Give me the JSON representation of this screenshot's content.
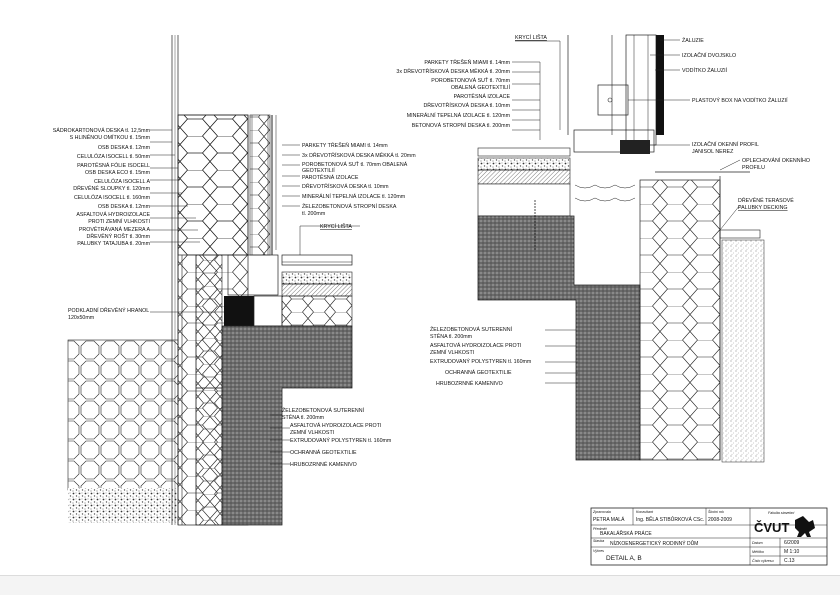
{
  "detail_a": {
    "left_labels": [
      "SÁDROKARTONOVÁ DESKA tl. 12,5mm",
      "S HLINĚNOU OMÍTKOU tl. 15mm",
      "OSB DESKA tl. 12mm",
      "CELULÓZA ISOCELL tl. 50mm",
      "PAROTĚSNÁ FÓLIE ISOCELL",
      "OSB DESKA ECO tl. 15mm",
      "CELULÓZA ISOCELL A",
      "DŘEVĚNÉ SLOUPKY tl. 120mm",
      "CELULÓZA ISOCELL tl. 160mm",
      "OSB DESKA tl. 12mm",
      "ASFALTOVÁ HYDROIZOLACE",
      "PROTI ZEMNÍ VLHKOSTI",
      "PROVĚTRÁVANÁ MEZERA A",
      "DŘEVĚNÝ ROŠT tl. 30mm",
      "PALUBKY TATAJUBA tl. 20mm"
    ],
    "floor_labels": [
      "PARKETY TŘEŠEŇ MIAMI tl. 14mm",
      "3x DŘEVOTŘÍSKOVÁ DESKA MĚKKÁ tl. 20mm",
      "POROBETONOVÁ SUŤ tl. 70mm OBALENÁ",
      "GEOTEXTILIÍ",
      "PAROTĚSNÁ IZOLACE",
      "DŘEVOTŘÍSKOVÁ DESKA tl. 10mm",
      "MINERÁLNÍ TEPELNÁ IZOLACE tl. 120mm",
      "ŽELEZOBETONOVÁ STROPNÍ DESKA",
      "tl. 200mm"
    ],
    "kryci_lista": "KRYCÍ LIŠTA",
    "hranol": [
      "PODKLADNÍ DŘEVĚNÝ HRANOL",
      "120x50mm"
    ],
    "foundation_labels": [
      "ŽELEZOBETONOVÁ SUTERENNÍ",
      "STĚNA tl. 200mm",
      "ASFALTOVÁ HYDROIZOLACE PROTI",
      "ZEMNÍ VLHKOSTI",
      "EXTRUDOVANÝ POLYSTYREN tl. 160mm",
      "OCHRANNÁ GEOTEXTILIE",
      "HRUBOZRNNÉ KAMENIVO"
    ]
  },
  "detail_b": {
    "kryci_lista": "KRYCÍ LIŠTA",
    "floor_labels": [
      "PARKETY TŘEŠEŇ MIAMI tl. 14mm",
      "3x DŘEVOTŘÍSKOVÁ DESKA MĚKKÁ tl. 20mm",
      "POROBETONOVÁ SUŤ tl. 70mm",
      "OBALENÁ GEOTEXTILIÍ",
      "PAROTĚSNÁ IZOLACE",
      "DŘEVOTŘÍSKOVÁ DESKA tl. 10mm",
      "MINERÁLNÍ TEPELNÁ IZOLACE tl. 120mm",
      "BETONOVÁ STROPNÍ DESKA tl. 200mm"
    ],
    "right_labels": {
      "zaluzie": "ŽALUZIE",
      "dvojsklo": "IZOLAČNÍ DVOJSKLO",
      "vodítko": "VODÍTKO ŽALUZIÍ",
      "box": "PLASTOVÝ BOX NA VODÍTKO ŽALUZIÍ",
      "profil": [
        "IZOLAČNÍ OKENNÍ PROFIL",
        "JANISOL NEREZ"
      ],
      "oplechovani": [
        "OPLECHOVÁNÍ OKENNÍHO",
        "PROFILU"
      ],
      "palubky": [
        "DŘEVĚNÉ TERASOVÉ",
        "PALUBKY DECKING"
      ]
    },
    "foundation_labels": [
      "ŽELEZOBETONOVÁ SUTERENNÍ",
      "STĚNA tl. 200mm",
      "ASFALTOVÁ HYDROIZOLACE PROTI",
      "ZEMNÍ VLHKOSTI",
      "EXTRUDOVANÝ POLYSTYREN tl. 160mm",
      "OCHRANNÁ GEOTEXTILIE",
      "HRUBOZRNNÉ KAMENIVO"
    ]
  },
  "title_block": {
    "author_label": "Zpracovala",
    "author": "PETRA MALÁ",
    "consultant_label": "Konzultant",
    "consultant": "Ing. BĚLA STIBŮRKOVÁ CSc.",
    "year_label": "Školní rok",
    "year": "2008-2009",
    "faculty": "Fakulta stavební",
    "logo": "ČVUT",
    "subject_label": "Předmět",
    "subject": "BAKALÁŘSKÁ PRÁCE",
    "stavba_label": "Stavba",
    "stavba": "NÍZKOENERGETICKÝ RODINNÝ DŮM",
    "vykres_label": "Výkres",
    "vykres": "DETAIL A, B",
    "datum_label": "Datum",
    "datum": "6/2009",
    "meritko_label": "Měřítko",
    "meritko": "M 1:10",
    "cislo_label": "Číslo výkresu",
    "cislo": "C.13"
  }
}
